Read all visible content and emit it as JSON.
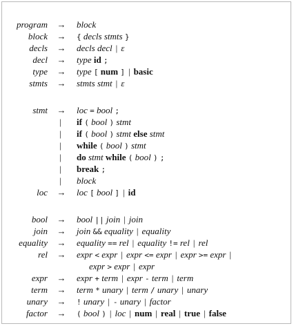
{
  "grammar": {
    "productions": [
      {
        "lhs": "program",
        "rhs": [
          {
            "t": "block",
            "k": "nt"
          }
        ]
      },
      {
        "lhs": "block",
        "rhs": [
          {
            "t": "{",
            "k": "sym"
          },
          {
            "t": " ",
            "k": "sp"
          },
          {
            "t": "decls stmts",
            "k": "nt"
          },
          {
            "t": " ",
            "k": "sp"
          },
          {
            "t": "}",
            "k": "sym"
          }
        ]
      },
      {
        "lhs": "decls",
        "rhs": [
          {
            "t": "decls decl",
            "k": "nt"
          },
          {
            "t": "|",
            "k": "or"
          },
          {
            "t": "ε",
            "k": "nt"
          }
        ]
      },
      {
        "lhs": "decl",
        "rhs": [
          {
            "t": "type",
            "k": "nt"
          },
          {
            "t": " ",
            "k": "sp"
          },
          {
            "t": "id",
            "k": "kw"
          },
          {
            "t": " ",
            "k": "sp"
          },
          {
            "t": ";",
            "k": "sym"
          }
        ]
      },
      {
        "lhs": "type",
        "rhs": [
          {
            "t": "type",
            "k": "nt"
          },
          {
            "t": " ",
            "k": "sp"
          },
          {
            "t": "[",
            "k": "sym"
          },
          {
            "t": " ",
            "k": "sp"
          },
          {
            "t": "num",
            "k": "kw"
          },
          {
            "t": " ",
            "k": "sp"
          },
          {
            "t": "]",
            "k": "sym"
          },
          {
            "t": "|",
            "k": "or"
          },
          {
            "t": "basic",
            "k": "kw"
          }
        ]
      },
      {
        "lhs": "stmts",
        "rhs": [
          {
            "t": "stmts stmt",
            "k": "nt"
          },
          {
            "t": "|",
            "k": "or"
          },
          {
            "t": "ε",
            "k": "nt"
          }
        ]
      },
      {
        "lhs": "stmt",
        "rhs": [
          {
            "t": "loc",
            "k": "nt"
          },
          {
            "t": " ",
            "k": "sp"
          },
          {
            "t": "=",
            "k": "sym"
          },
          {
            "t": " ",
            "k": "sp"
          },
          {
            "t": "bool",
            "k": "nt"
          },
          {
            "t": " ",
            "k": "sp"
          },
          {
            "t": ";",
            "k": "sym"
          }
        ]
      },
      {
        "lhs": "",
        "cont": true,
        "rhs": [
          {
            "t": "if",
            "k": "kw"
          },
          {
            "t": " ",
            "k": "sp"
          },
          {
            "t": "(",
            "k": "sym"
          },
          {
            "t": " ",
            "k": "sp"
          },
          {
            "t": "bool",
            "k": "nt"
          },
          {
            "t": " ",
            "k": "sp"
          },
          {
            "t": ")",
            "k": "sym"
          },
          {
            "t": " ",
            "k": "sp"
          },
          {
            "t": "stmt",
            "k": "nt"
          }
        ]
      },
      {
        "lhs": "",
        "cont": true,
        "rhs": [
          {
            "t": "if",
            "k": "kw"
          },
          {
            "t": " ",
            "k": "sp"
          },
          {
            "t": "(",
            "k": "sym"
          },
          {
            "t": " ",
            "k": "sp"
          },
          {
            "t": "bool",
            "k": "nt"
          },
          {
            "t": " ",
            "k": "sp"
          },
          {
            "t": ")",
            "k": "sym"
          },
          {
            "t": " ",
            "k": "sp"
          },
          {
            "t": "stmt",
            "k": "nt"
          },
          {
            "t": " ",
            "k": "sp"
          },
          {
            "t": "else",
            "k": "kw"
          },
          {
            "t": " ",
            "k": "sp"
          },
          {
            "t": "stmt",
            "k": "nt"
          }
        ]
      },
      {
        "lhs": "",
        "cont": true,
        "rhs": [
          {
            "t": "while",
            "k": "kw"
          },
          {
            "t": " ",
            "k": "sp"
          },
          {
            "t": "(",
            "k": "sym"
          },
          {
            "t": " ",
            "k": "sp"
          },
          {
            "t": "bool",
            "k": "nt"
          },
          {
            "t": " ",
            "k": "sp"
          },
          {
            "t": ")",
            "k": "sym"
          },
          {
            "t": " ",
            "k": "sp"
          },
          {
            "t": "stmt",
            "k": "nt"
          }
        ]
      },
      {
        "lhs": "",
        "cont": true,
        "rhs": [
          {
            "t": "do",
            "k": "kw"
          },
          {
            "t": " ",
            "k": "sp"
          },
          {
            "t": "stmt",
            "k": "nt"
          },
          {
            "t": " ",
            "k": "sp"
          },
          {
            "t": "while",
            "k": "kw"
          },
          {
            "t": " ",
            "k": "sp"
          },
          {
            "t": "(",
            "k": "sym"
          },
          {
            "t": " ",
            "k": "sp"
          },
          {
            "t": "bool",
            "k": "nt"
          },
          {
            "t": " ",
            "k": "sp"
          },
          {
            "t": ")",
            "k": "sym"
          },
          {
            "t": " ",
            "k": "sp"
          },
          {
            "t": ";",
            "k": "sym"
          }
        ]
      },
      {
        "lhs": "",
        "cont": true,
        "rhs": [
          {
            "t": "break",
            "k": "kw"
          },
          {
            "t": " ",
            "k": "sp"
          },
          {
            "t": ";",
            "k": "sym"
          }
        ]
      },
      {
        "lhs": "",
        "cont": true,
        "rhs": [
          {
            "t": "block",
            "k": "nt"
          }
        ]
      },
      {
        "lhs": "loc",
        "rhs": [
          {
            "t": "loc",
            "k": "nt"
          },
          {
            "t": " ",
            "k": "sp"
          },
          {
            "t": "[",
            "k": "sym"
          },
          {
            "t": " ",
            "k": "sp"
          },
          {
            "t": "bool",
            "k": "nt"
          },
          {
            "t": " ",
            "k": "sp"
          },
          {
            "t": "]",
            "k": "sym"
          },
          {
            "t": "|",
            "k": "or"
          },
          {
            "t": "id",
            "k": "kw"
          }
        ]
      },
      {
        "lhs": "bool",
        "rhs": [
          {
            "t": "bool",
            "k": "nt"
          },
          {
            "t": " ",
            "k": "sp"
          },
          {
            "t": "||",
            "k": "sym"
          },
          {
            "t": " ",
            "k": "sp"
          },
          {
            "t": "join",
            "k": "nt"
          },
          {
            "t": "|",
            "k": "or"
          },
          {
            "t": "join",
            "k": "nt"
          }
        ]
      },
      {
        "lhs": "join",
        "rhs": [
          {
            "t": "join",
            "k": "nt"
          },
          {
            "t": " ",
            "k": "sp"
          },
          {
            "t": "&&",
            "k": "sym"
          },
          {
            "t": " ",
            "k": "sp"
          },
          {
            "t": "equality",
            "k": "nt"
          },
          {
            "t": "|",
            "k": "or"
          },
          {
            "t": "equality",
            "k": "nt"
          }
        ]
      },
      {
        "lhs": "equality",
        "rhs": [
          {
            "t": "equality",
            "k": "nt"
          },
          {
            "t": " ",
            "k": "sp"
          },
          {
            "t": "==",
            "k": "sym"
          },
          {
            "t": " ",
            "k": "sp"
          },
          {
            "t": "rel",
            "k": "nt"
          },
          {
            "t": "|",
            "k": "or"
          },
          {
            "t": "equality",
            "k": "nt"
          },
          {
            "t": " ",
            "k": "sp"
          },
          {
            "t": "!=",
            "k": "sym"
          },
          {
            "t": " ",
            "k": "sp"
          },
          {
            "t": "rel",
            "k": "nt"
          },
          {
            "t": "|",
            "k": "or"
          },
          {
            "t": "rel",
            "k": "nt"
          }
        ]
      },
      {
        "lhs": "rel",
        "rhs": [
          {
            "t": "expr",
            "k": "nt"
          },
          {
            "t": " ",
            "k": "sp"
          },
          {
            "t": "<",
            "k": "sym"
          },
          {
            "t": " ",
            "k": "sp"
          },
          {
            "t": "expr",
            "k": "nt"
          },
          {
            "t": "|",
            "k": "or"
          },
          {
            "t": "expr",
            "k": "nt"
          },
          {
            "t": " ",
            "k": "sp"
          },
          {
            "t": "<=",
            "k": "sym"
          },
          {
            "t": " ",
            "k": "sp"
          },
          {
            "t": "expr",
            "k": "nt"
          },
          {
            "t": "|",
            "k": "or"
          },
          {
            "t": "expr",
            "k": "nt"
          },
          {
            "t": " ",
            "k": "sp"
          },
          {
            "t": ">=",
            "k": "sym"
          },
          {
            "t": " ",
            "k": "sp"
          },
          {
            "t": "expr",
            "k": "nt"
          },
          {
            "t": "|",
            "k": "or"
          }
        ]
      },
      {
        "lhs": "",
        "cont": true,
        "indent": true,
        "rhs": [
          {
            "t": "expr",
            "k": "nt"
          },
          {
            "t": " ",
            "k": "sp"
          },
          {
            "t": ">",
            "k": "sym"
          },
          {
            "t": " ",
            "k": "sp"
          },
          {
            "t": "expr",
            "k": "nt"
          },
          {
            "t": "|",
            "k": "or"
          },
          {
            "t": "expr",
            "k": "nt"
          }
        ]
      },
      {
        "lhs": "expr",
        "rhs": [
          {
            "t": "expr",
            "k": "nt"
          },
          {
            "t": " ",
            "k": "sp"
          },
          {
            "t": "+",
            "k": "sym"
          },
          {
            "t": " ",
            "k": "sp"
          },
          {
            "t": "term",
            "k": "nt"
          },
          {
            "t": "|",
            "k": "or"
          },
          {
            "t": "expr",
            "k": "nt"
          },
          {
            "t": " ",
            "k": "sp"
          },
          {
            "t": "-",
            "k": "sym"
          },
          {
            "t": " ",
            "k": "sp"
          },
          {
            "t": "term",
            "k": "nt"
          },
          {
            "t": "|",
            "k": "or"
          },
          {
            "t": "term",
            "k": "nt"
          }
        ]
      },
      {
        "lhs": "term",
        "rhs": [
          {
            "t": "term",
            "k": "nt"
          },
          {
            "t": " ",
            "k": "sp"
          },
          {
            "t": "*",
            "k": "sym"
          },
          {
            "t": " ",
            "k": "sp"
          },
          {
            "t": "unary",
            "k": "nt"
          },
          {
            "t": "|",
            "k": "or"
          },
          {
            "t": "term",
            "k": "nt"
          },
          {
            "t": " ",
            "k": "sp"
          },
          {
            "t": "/",
            "k": "sym"
          },
          {
            "t": " ",
            "k": "sp"
          },
          {
            "t": "unary",
            "k": "nt"
          },
          {
            "t": "|",
            "k": "or"
          },
          {
            "t": "unary",
            "k": "nt"
          }
        ]
      },
      {
        "lhs": "unary",
        "rhs": [
          {
            "t": "!",
            "k": "sym"
          },
          {
            "t": " ",
            "k": "sp"
          },
          {
            "t": "unary",
            "k": "nt"
          },
          {
            "t": "|",
            "k": "or"
          },
          {
            "t": "-",
            "k": "sym"
          },
          {
            "t": " ",
            "k": "sp"
          },
          {
            "t": "unary",
            "k": "nt"
          },
          {
            "t": "|",
            "k": "or"
          },
          {
            "t": "factor",
            "k": "nt"
          }
        ]
      },
      {
        "lhs": "factor",
        "rhs": [
          {
            "t": "(",
            "k": "sym"
          },
          {
            "t": " ",
            "k": "sp"
          },
          {
            "t": "bool",
            "k": "nt"
          },
          {
            "t": " ",
            "k": "sp"
          },
          {
            "t": ")",
            "k": "sym"
          },
          {
            "t": "|",
            "k": "or"
          },
          {
            "t": "loc",
            "k": "nt"
          },
          {
            "t": "|",
            "k": "or"
          },
          {
            "t": "num",
            "k": "kw"
          },
          {
            "t": "|",
            "k": "or"
          },
          {
            "t": "real",
            "k": "kw"
          },
          {
            "t": "|",
            "k": "or"
          },
          {
            "t": "true",
            "k": "kw"
          },
          {
            "t": "|",
            "k": "or"
          },
          {
            "t": "false",
            "k": "kw"
          }
        ]
      }
    ],
    "arrow": "→",
    "cont_bar": "|"
  }
}
